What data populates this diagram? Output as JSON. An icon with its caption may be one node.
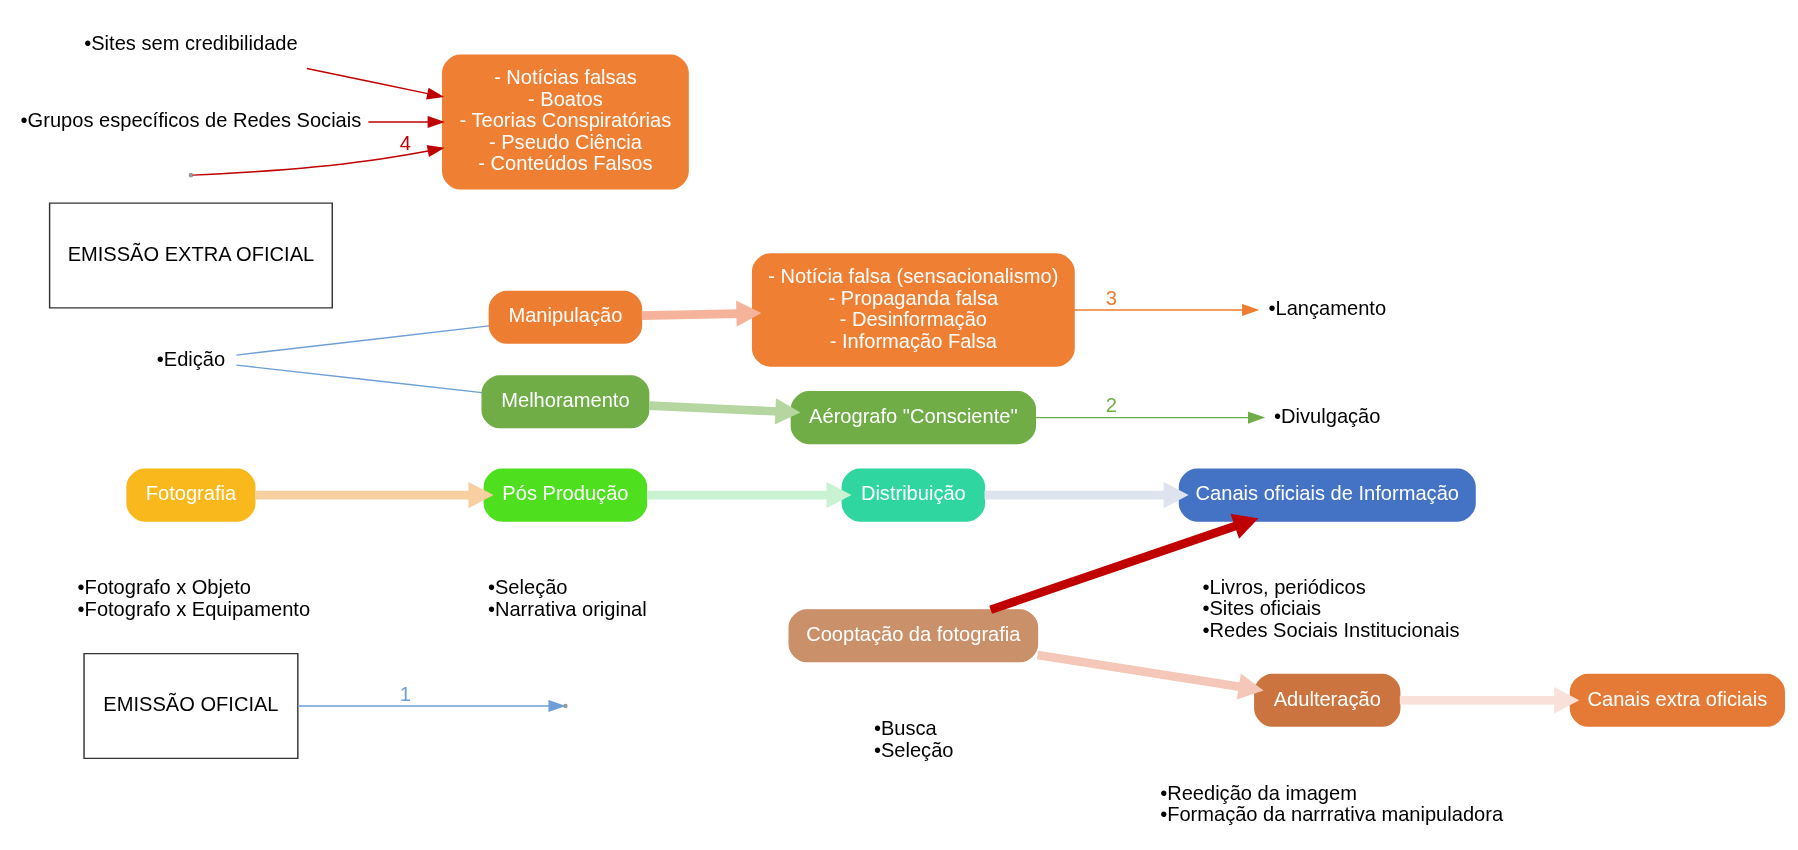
{
  "diagram": {
    "nodes": [
      {
        "text": [
          "EMISSÃO OFICIAL"
        ]
      },
      {
        "text": [
          "Fotografia"
        ],
        "beside": [
          "•Fotografo x Objeto",
          "•Fotografo x Equipamento"
        ]
      },
      {
        "text": [
          "Pós Produção"
        ],
        "beside": [
          "•Seleção",
          "•Narrativa original"
        ]
      },
      {
        "text": [
          "•Edição"
        ]
      },
      {
        "text": [
          "Manipulação"
        ]
      },
      {
        "text": [
          "- Notícia falsa (sensacionalismo)",
          "- Propaganda falsa",
          "- Desinformação",
          "- Informação Falsa"
        ]
      },
      {
        "text": [
          "Melhoramento"
        ]
      },
      {
        "text": [
          "Aérografo \"Consciente\""
        ]
      },
      {
        "text": [
          "Distribuição"
        ]
      },
      {
        "text": [
          "•Lançamento"
        ]
      },
      {
        "text": [
          "•Divulgação"
        ]
      },
      {
        "text": [
          "Canais oficiais de Informação"
        ],
        "beside": [
          "•Livros, periódicos",
          "•Sites oficiais",
          "•Redes Sociais Institucionais"
        ]
      },
      {
        "text": [
          "Cooptação da fotografia"
        ],
        "beside": [
          "•Busca",
          "•Seleção"
        ]
      },
      {
        "text": [
          "EMISSÃO EXTRA OFICIAL"
        ]
      },
      {
        "text": [
          "- Notícias falsas",
          "- Boatos",
          "- Teorias Conspiratórias",
          "- Pseudo Ciência",
          "- Conteúdos Falsos"
        ]
      },
      {
        "text": [
          "Adulteração"
        ],
        "beside": [
          "•Reedição da imagem",
          "•Formação da narrrativa manipuladora"
        ]
      },
      {
        "text": [
          "•Sites sem credibilidade"
        ]
      },
      {
        "text": [
          "•Grupos específicos de Redes Sociais"
        ]
      },
      {
        "text": [
          "Canais extra oficiais"
        ]
      }
    ],
    "edges": [
      {
        "from": 1,
        "to": 2,
        "arrow": "to",
        "style": "thick",
        "color": "#f8cfa0"
      },
      {
        "from": 2,
        "to": 8,
        "arrow": "to",
        "style": "thick",
        "color": "#c9f2d3"
      },
      {
        "from": 8,
        "to": 11,
        "arrow": "to",
        "style": "thick",
        "color": "#dde3ef"
      },
      {
        "from": 3,
        "to": 4,
        "arrow": "none",
        "color": "#6f9fd8"
      },
      {
        "from": 3,
        "to": 6,
        "arrow": "none",
        "color": "#6f9fd8"
      },
      {
        "from": 4,
        "to": 5,
        "arrow": "to",
        "style": "thick",
        "color": "#f4b39a"
      },
      {
        "from": 6,
        "to": 7,
        "arrow": "to",
        "style": "thick",
        "color": "#b5d6a0"
      },
      {
        "from": 5,
        "to": 9,
        "arrow": "to",
        "label": "3",
        "color": "#ed7d31"
      },
      {
        "from": 7,
        "to": 10,
        "arrow": "to",
        "label": "2",
        "color": "#70ad47"
      },
      {
        "from": 0,
        "to": null,
        "arrow": "to",
        "label": "1",
        "color": "#6f9fd8"
      },
      {
        "from": 12,
        "to": 11,
        "arrow": "to",
        "style": "thick",
        "color": "#c00000"
      },
      {
        "from": null,
        "to": 14,
        "arrow": "to",
        "label": "4",
        "color": "#c00000"
      },
      {
        "from": 12,
        "to": 15,
        "arrow": "to",
        "style": "thick",
        "color": "#f4c7b8"
      },
      {
        "from": 15,
        "to": 18,
        "arrow": "to",
        "style": "thick",
        "color": "#f9e0d8"
      },
      {
        "from": 16,
        "to": 14,
        "arrow": "to",
        "color": "#c00000"
      },
      {
        "from": 17,
        "to": 14,
        "arrow": "to",
        "color": "#c00000"
      }
    ]
  }
}
